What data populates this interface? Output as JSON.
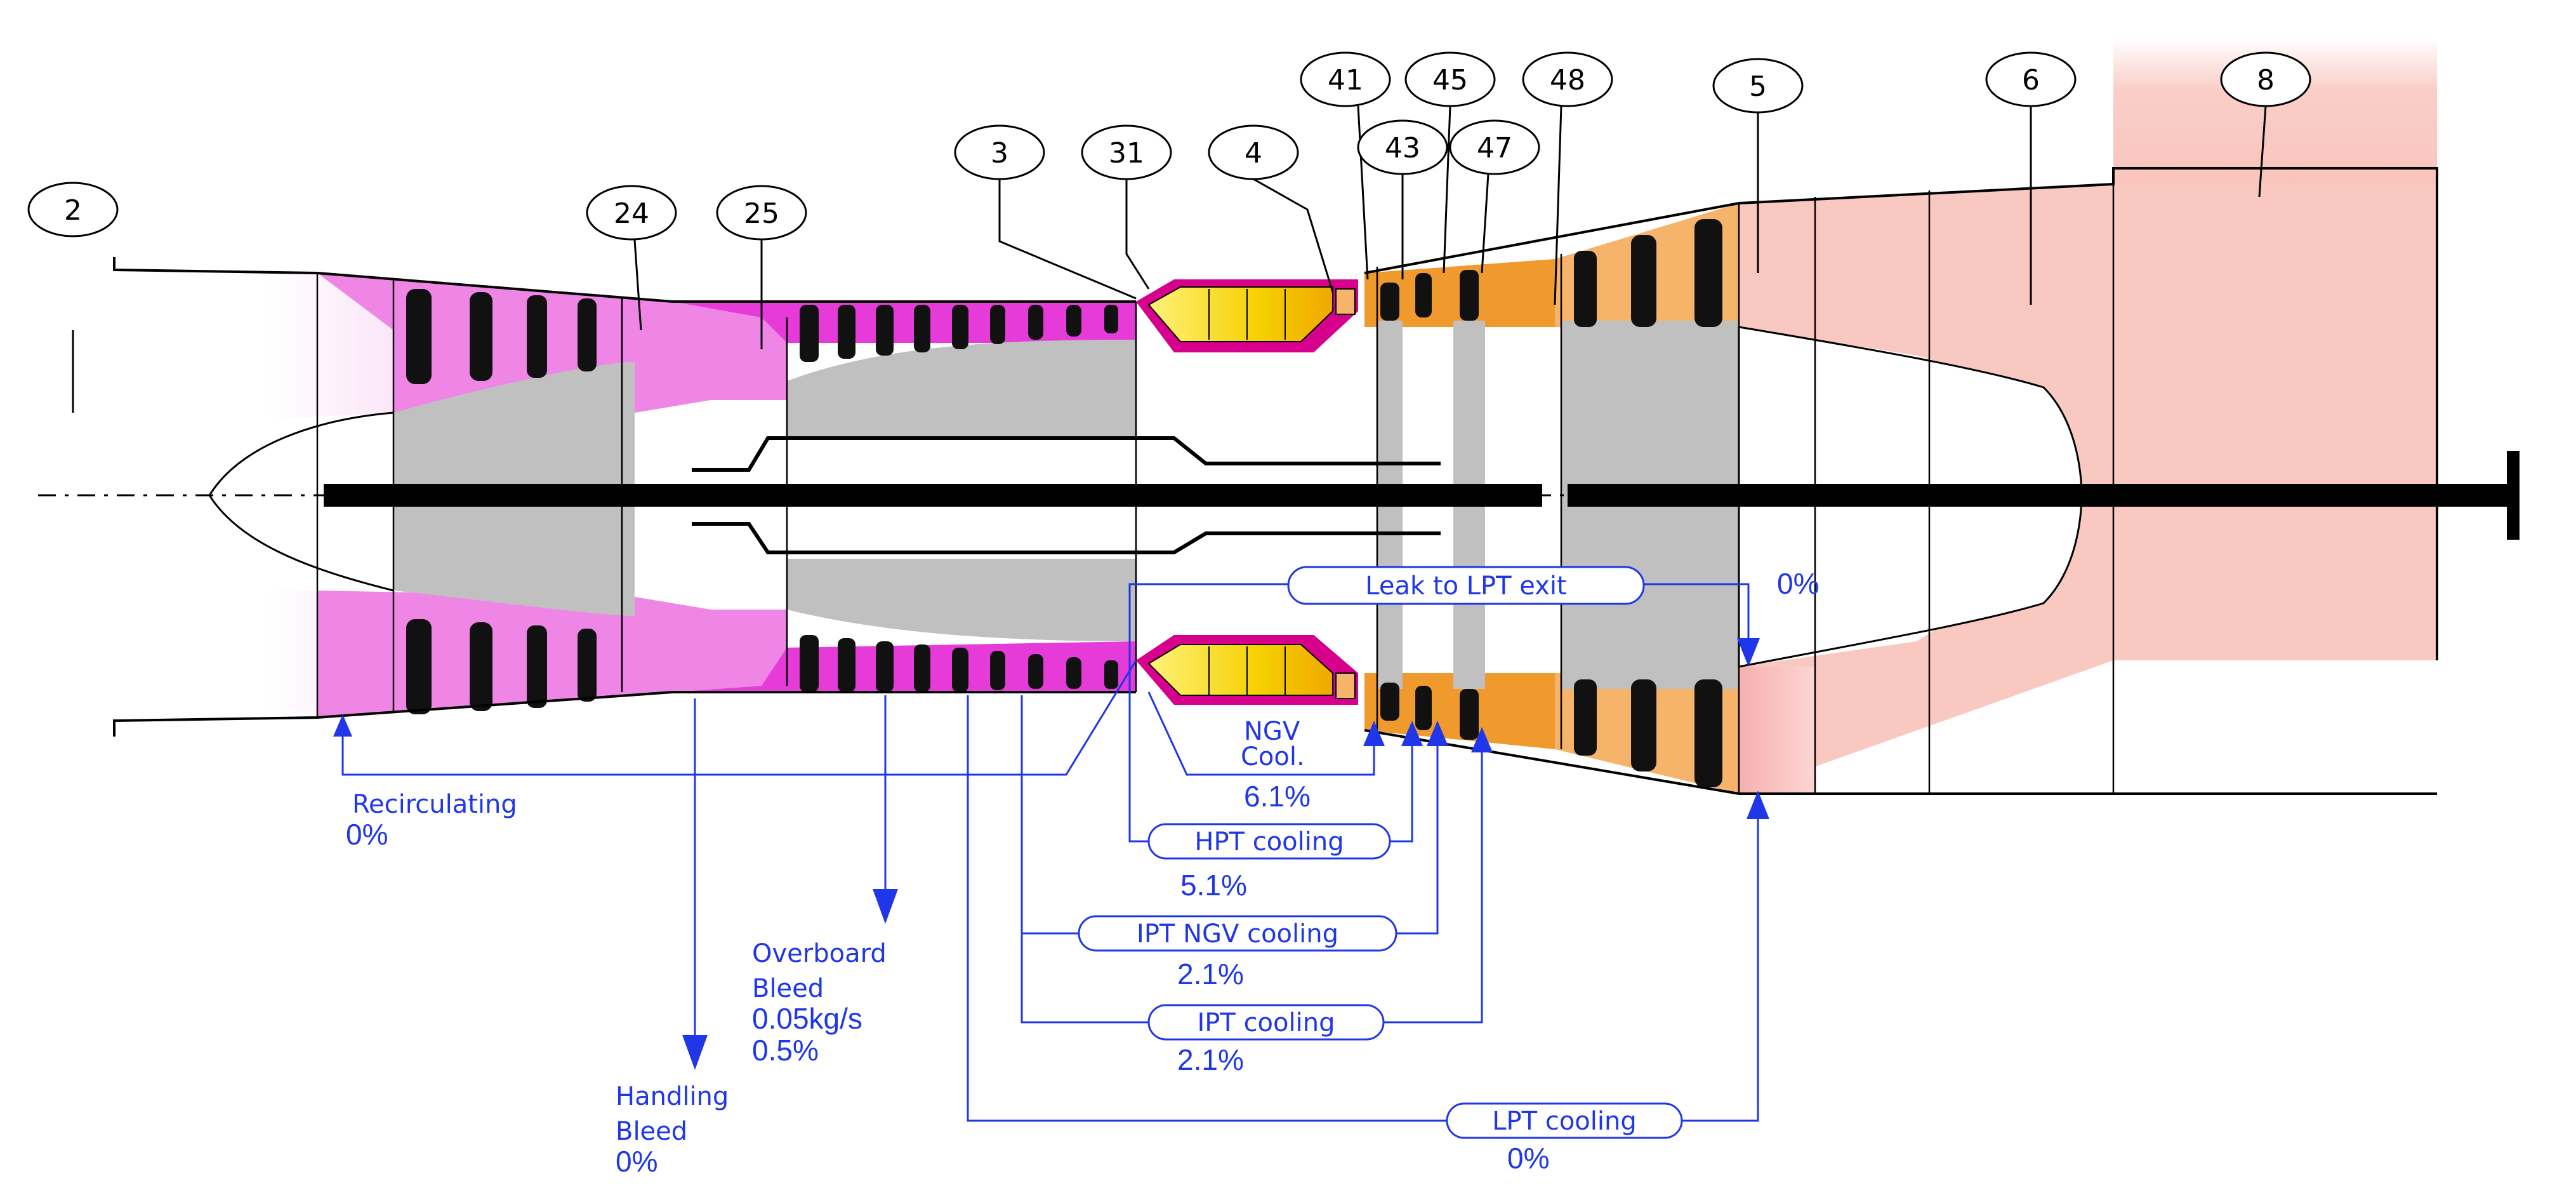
{
  "stations": [
    "2",
    "24",
    "25",
    "3",
    "31",
    "4",
    "41",
    "43",
    "45",
    "47",
    "48",
    "5",
    "6",
    "8"
  ],
  "flows": {
    "recirculating": {
      "label": "Recirculating",
      "value": "0%"
    },
    "handling_bleed": {
      "label_line1": "Handling",
      "label_line2": "Bleed",
      "value": "0%"
    },
    "overboard_bleed": {
      "label_line1": "Overboard",
      "label_line2": "Bleed",
      "mass_flow": "0.05kg/s",
      "value": "0.5%"
    },
    "ngv_cool": {
      "label_line1": "NGV",
      "label_line2": "Cool.",
      "value": "6.1%"
    },
    "hpt_cooling": {
      "label": "HPT cooling",
      "value": "5.1%"
    },
    "ipt_ngv_cooling": {
      "label": "IPT NGV cooling",
      "value": "2.1%"
    },
    "ipt_cooling": {
      "label": "IPT cooling",
      "value": "2.1%"
    },
    "lpt_cooling": {
      "label": "LPT cooling",
      "value": "0%"
    },
    "leak_to_lpt_exit": {
      "label": "Leak to LPT exit",
      "value": "0%"
    }
  },
  "colors": {
    "intake": "#f5c8f0",
    "compressor": "#ef86e6",
    "hp_compressor": "#e63bd8",
    "combustor_liner": "#d6008c",
    "combustor_flame": "#f5d000",
    "hp_turbine": "#f09a2e",
    "turbine": "#f5b46a",
    "exhaust": "#f9c8c0",
    "hub": "#c0c0c0",
    "flow_lines": "#1f37e8"
  }
}
